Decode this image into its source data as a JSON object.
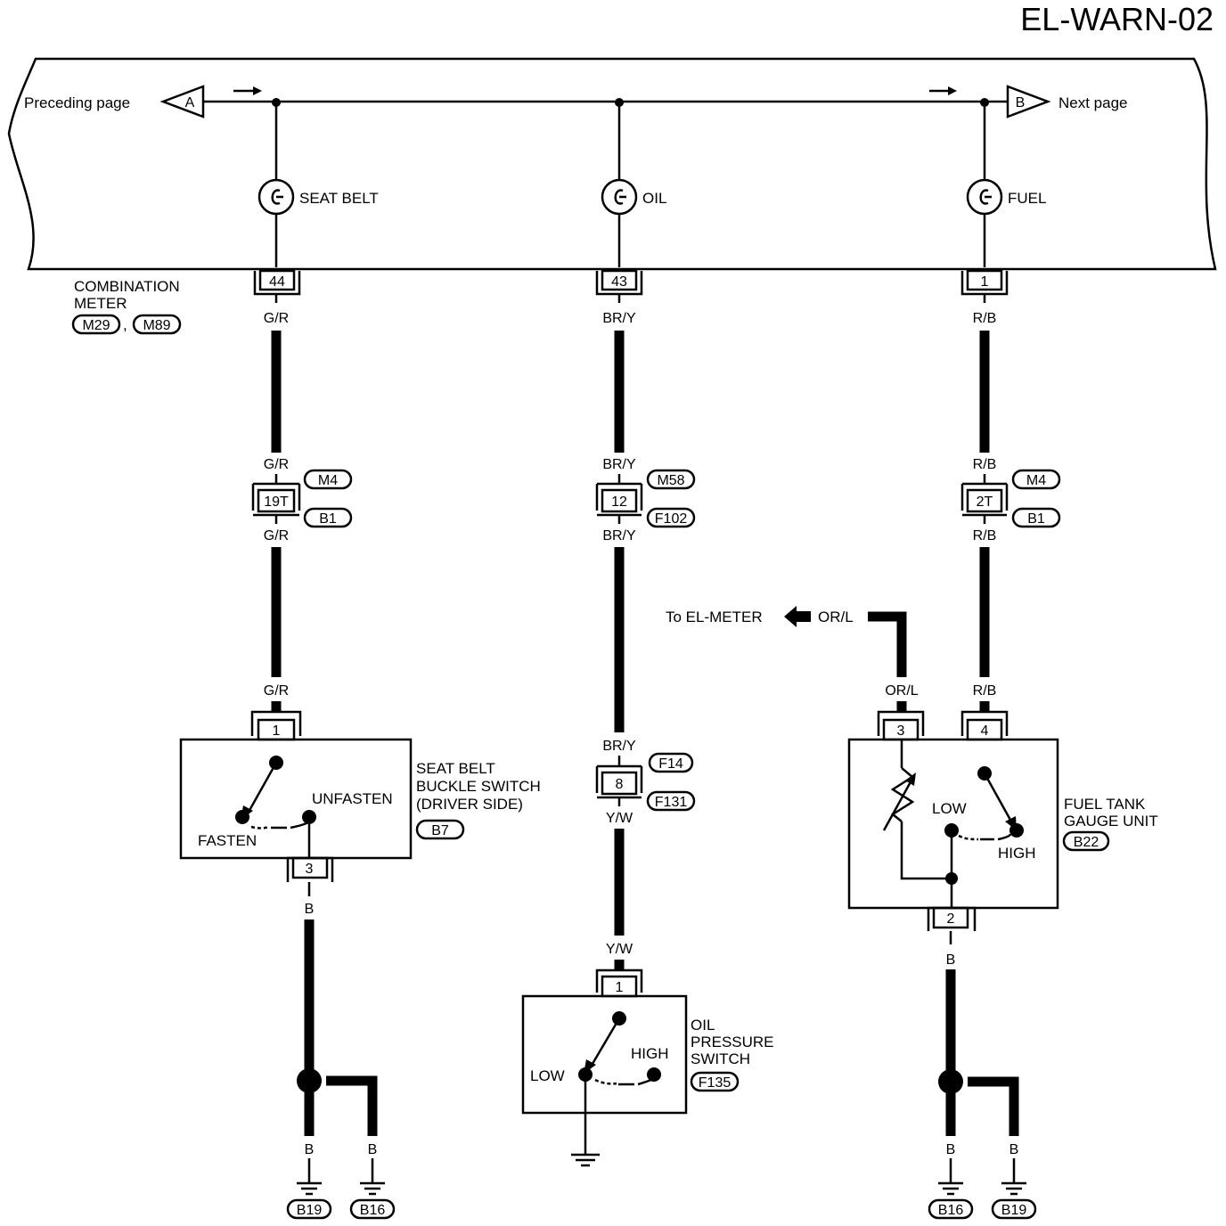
{
  "title": "EL-WARN-02",
  "nav": {
    "preceding_label": "Preceding page",
    "preceding_marker": "A",
    "next_label": "Next page",
    "next_marker": "B"
  },
  "lamps": {
    "seat_belt": "SEAT BELT",
    "oil": "OIL",
    "fuel": "FUEL"
  },
  "combination_meter": {
    "line1": "COMBINATION",
    "line2": "METER",
    "conn1": "M29",
    "sep": ",",
    "conn2": "M89"
  },
  "meter_pins": {
    "seat_belt": "44",
    "oil": "43",
    "fuel": "1"
  },
  "wires": {
    "gr": "G/R",
    "bry": "BR/Y",
    "rb": "R/B",
    "yw": "Y/W",
    "b": "B",
    "orl": "OR/L"
  },
  "joints": {
    "left": {
      "pin": "19T",
      "top": "M4",
      "bottom": "B1"
    },
    "middle": {
      "pin": "12",
      "top": "M58",
      "bottom": "F102"
    },
    "right": {
      "pin": "2T",
      "top": "M4",
      "bottom": "B1"
    },
    "middle_lower": {
      "pin": "8",
      "top": "F14",
      "bottom": "F131"
    }
  },
  "to_el_meter": "To EL-METER",
  "seat_belt_switch": {
    "line1": "SEAT BELT",
    "line2": "BUCKLE SWITCH",
    "line3": "(DRIVER SIDE)",
    "conn": "B7",
    "pin_in": "1",
    "pin_out": "3",
    "fasten": "FASTEN",
    "unfasten": "UNFASTEN"
  },
  "oil_switch": {
    "line1": "OIL",
    "line2": "PRESSURE",
    "line3": "SWITCH",
    "conn": "F135",
    "pin": "1",
    "low": "LOW",
    "high": "HIGH"
  },
  "fuel_unit": {
    "line1": "FUEL TANK",
    "line2": "GAUGE UNIT",
    "conn": "B22",
    "pin3": "3",
    "pin4": "4",
    "pin2": "2",
    "low": "LOW",
    "high": "HIGH"
  },
  "grounds": {
    "left1": "B19",
    "left2": "B16",
    "right1": "B16",
    "right2": "B19"
  }
}
